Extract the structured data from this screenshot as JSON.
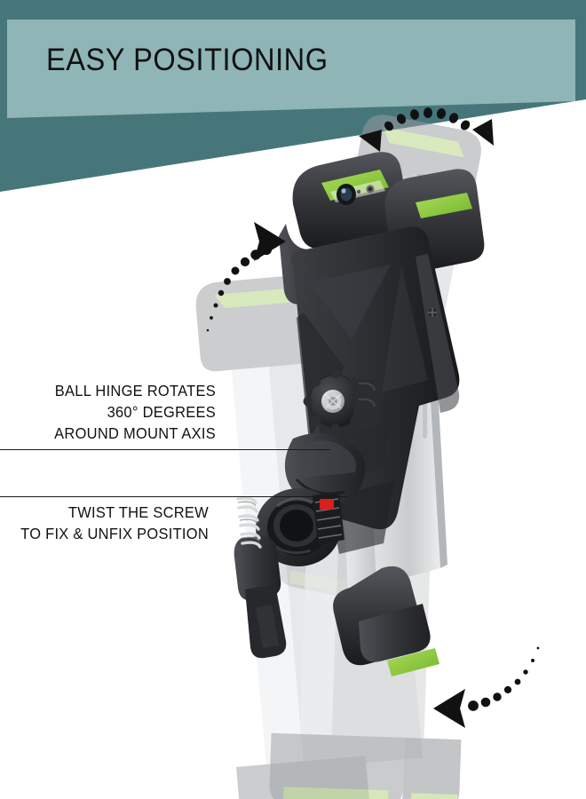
{
  "header": {
    "title": "EASY POSITIONING",
    "band_color": "#46767a",
    "panel_color": "#8fb5b6",
    "title_color": "#111111"
  },
  "callouts": [
    {
      "id": "ball-hinge",
      "lines": [
        "BALL HINGE ROTATES",
        "360° DEGREES",
        "AROUND MOUNT AXIS"
      ],
      "leader_line": true
    },
    {
      "id": "twist-screw",
      "lines": [
        "TWIST THE SCREW",
        "TO FIX & UNFIX POSITION"
      ],
      "leader_line": true
    }
  ],
  "product": {
    "name": "motorcycle-phone-holder",
    "colors": {
      "body_black": "#2f3033",
      "body_black_dark": "#1c1d20",
      "body_black_light": "#4a4c50",
      "accent_green": "#8cc63f",
      "accent_green_light": "#a7d85e",
      "phone_silver": "#d9dbdc",
      "phone_silver_light": "#f0f1f2",
      "ghost_gray": "#a9acae",
      "ghost_gray_light": "#c6c9cb",
      "metal": "#b9bcbe",
      "red_accent": "#e8231f"
    },
    "ghost_positions": [
      "rotated-left",
      "rotated-right",
      "rotated-down"
    ],
    "parts": [
      "top-clamp-arm",
      "bottom-clamp-arm",
      "phone-body",
      "camera-lens",
      "ball-hinge-knob",
      "locking-screw",
      "release-button",
      "handlebar-clamp-ring",
      "spring",
      "mount-stem"
    ]
  },
  "arrows": [
    {
      "id": "arc-top",
      "label": "tilt-arc-top",
      "heads": 2,
      "direction": "bidirectional"
    },
    {
      "id": "arc-left",
      "label": "rotate-arc-left",
      "heads": 1,
      "direction": "up-right"
    },
    {
      "id": "arc-bottom",
      "label": "rotate-arc-bottom",
      "heads": 1,
      "direction": "left-down"
    }
  ]
}
